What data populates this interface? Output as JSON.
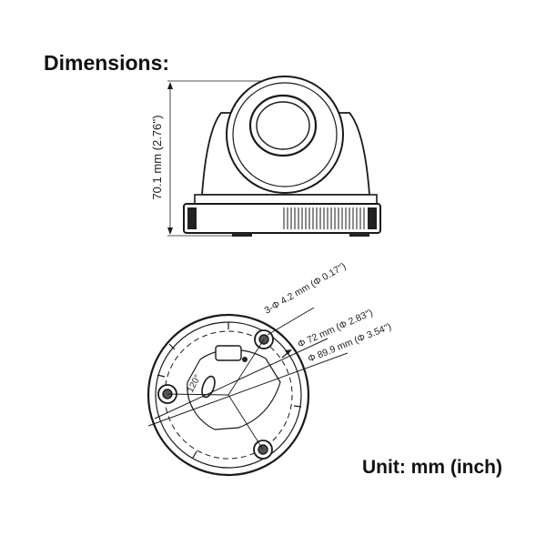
{
  "heading": "Dimensions:",
  "unit_label": "Unit: mm (inch)",
  "side_view": {
    "height_label": "70.1 mm (2.76'')"
  },
  "bottom_view": {
    "hole_label": "3-Φ 4.2 mm (Φ 0.17'')",
    "inner_circle_label": "Φ 72 mm (Φ 2.83'')",
    "outer_circle_label": "Φ 89.9 mm (Φ 3.54'')",
    "angle_label": "120°"
  }
}
